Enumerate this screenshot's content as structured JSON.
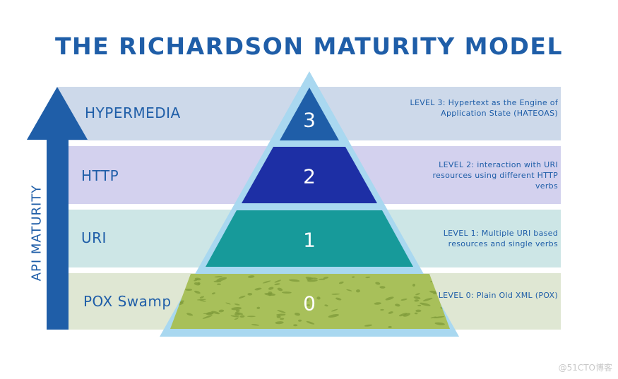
{
  "title": "THE RICHARDSON MATURITY MODEL",
  "axis_label": "API MATURITY",
  "watermark": "@51CTO博客",
  "levels": [
    {
      "number": "3",
      "name": "HYPERMEDIA",
      "description": "LEVEL 3: Hypertext as the Engine of Application State (HATEOAS)",
      "band_color": "#cdd9ea",
      "tier_color": "#1f5ea8"
    },
    {
      "number": "2",
      "name": "HTTP",
      "description": "LEVEL 2: interaction with URI resources using different HTTP verbs",
      "band_color": "#d3d1ee",
      "tier_color": "#1d2fa5"
    },
    {
      "number": "1",
      "name": "URI",
      "description": "LEVEL 1: Multiple URI based resources and single verbs",
      "band_color": "#cde6e6",
      "tier_color": "#179a9a"
    },
    {
      "number": "0",
      "name": "POX Swamp",
      "description": "LEVEL 0: Plain Old XML (POX)",
      "band_color": "#dfe7d3",
      "tier_color": "#a8c05a"
    }
  ],
  "colors": {
    "text": "#1f5ea8",
    "arrow": "#1f5ea8",
    "pyramid_border": "#a9d8f0",
    "swamp_texture": "#7e9a3a"
  }
}
